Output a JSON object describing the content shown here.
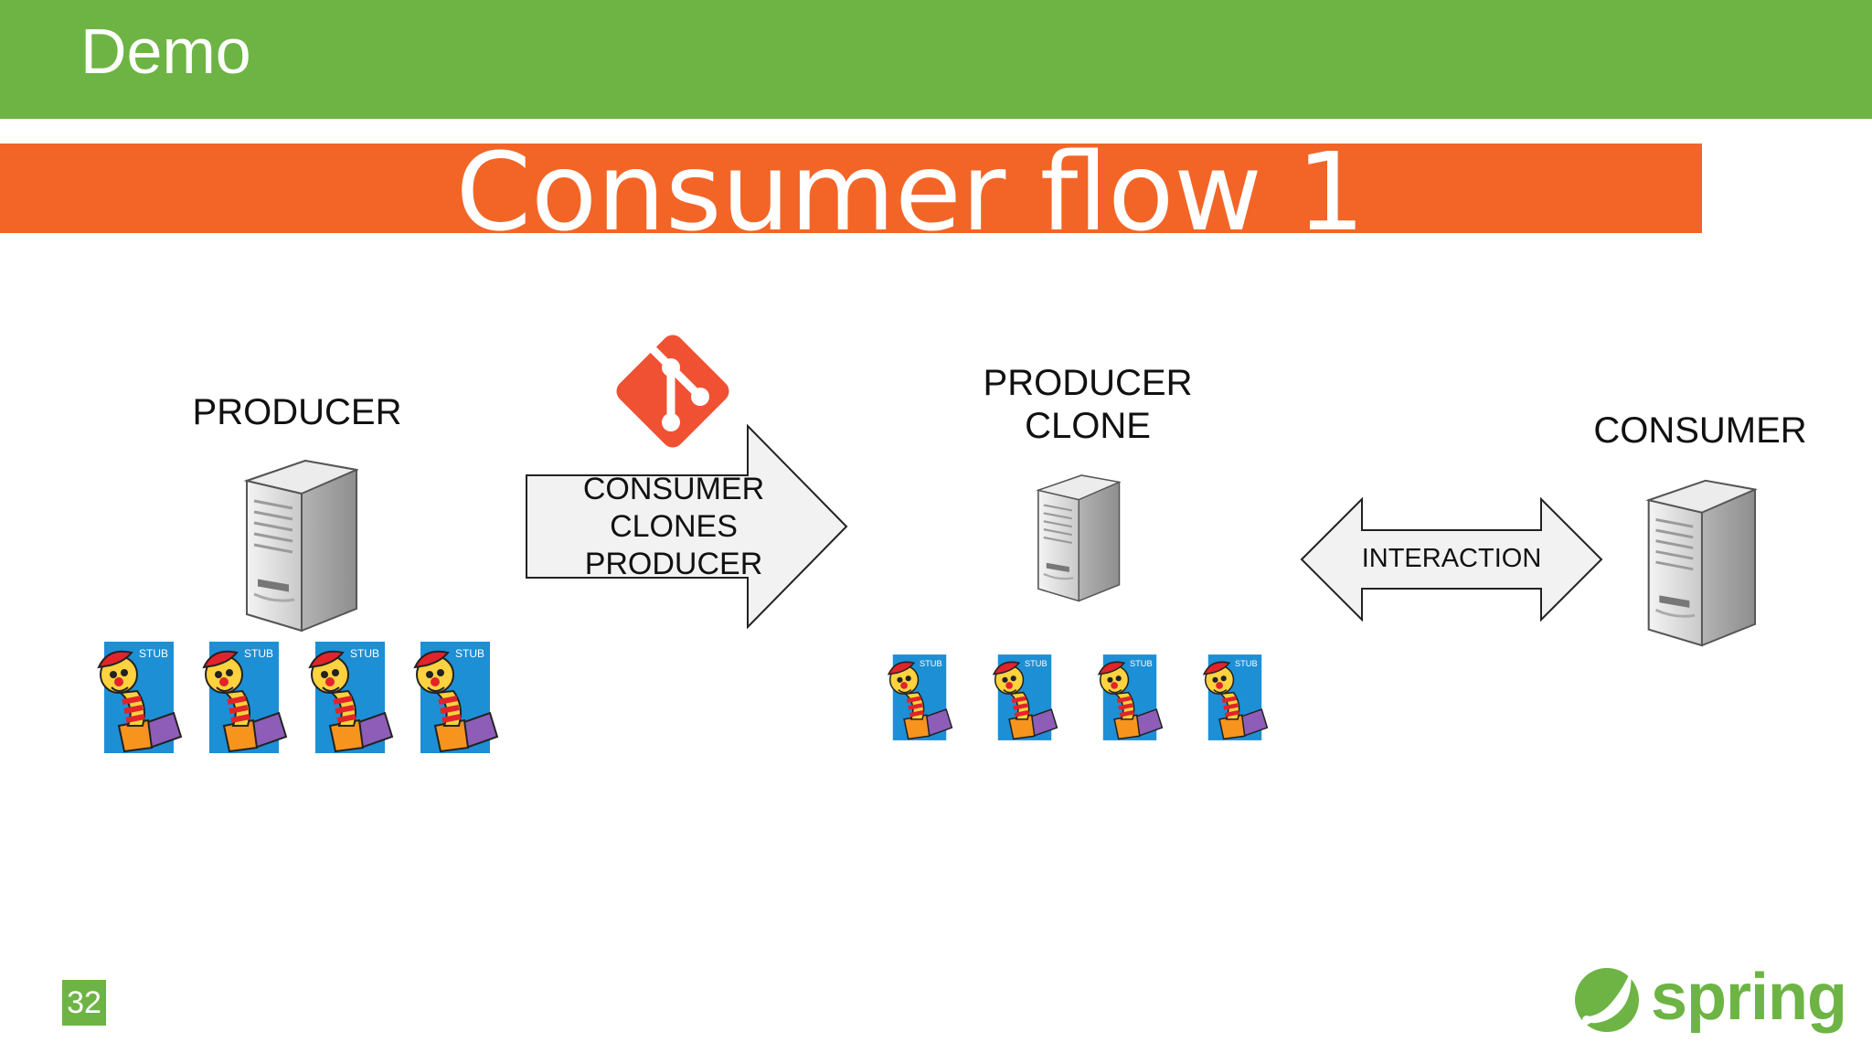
{
  "header": {
    "title": "Demo"
  },
  "banner": {
    "title": "Consumer flow 1"
  },
  "diagram": {
    "producer": {
      "label": "PRODUCER"
    },
    "arrow": {
      "line1": "CONSUMER",
      "line2": "CLONES",
      "line3": "PRODUCER"
    },
    "producer_clone": {
      "line1": "PRODUCER",
      "line2": "CLONE"
    },
    "interaction": {
      "label": "INTERACTION"
    },
    "consumer": {
      "label": "CONSUMER"
    },
    "stub_label": "STUB"
  },
  "footer": {
    "slide_number": "32",
    "logo_text": "spring"
  },
  "colors": {
    "header": "#6db444",
    "banner": "#f26527",
    "git": "#f05133",
    "stub_bg": "#1d8fd5"
  },
  "icons": [
    "server-icon",
    "git-logo-icon",
    "stub-jack-in-the-box-icon",
    "spring-leaf-icon"
  ]
}
